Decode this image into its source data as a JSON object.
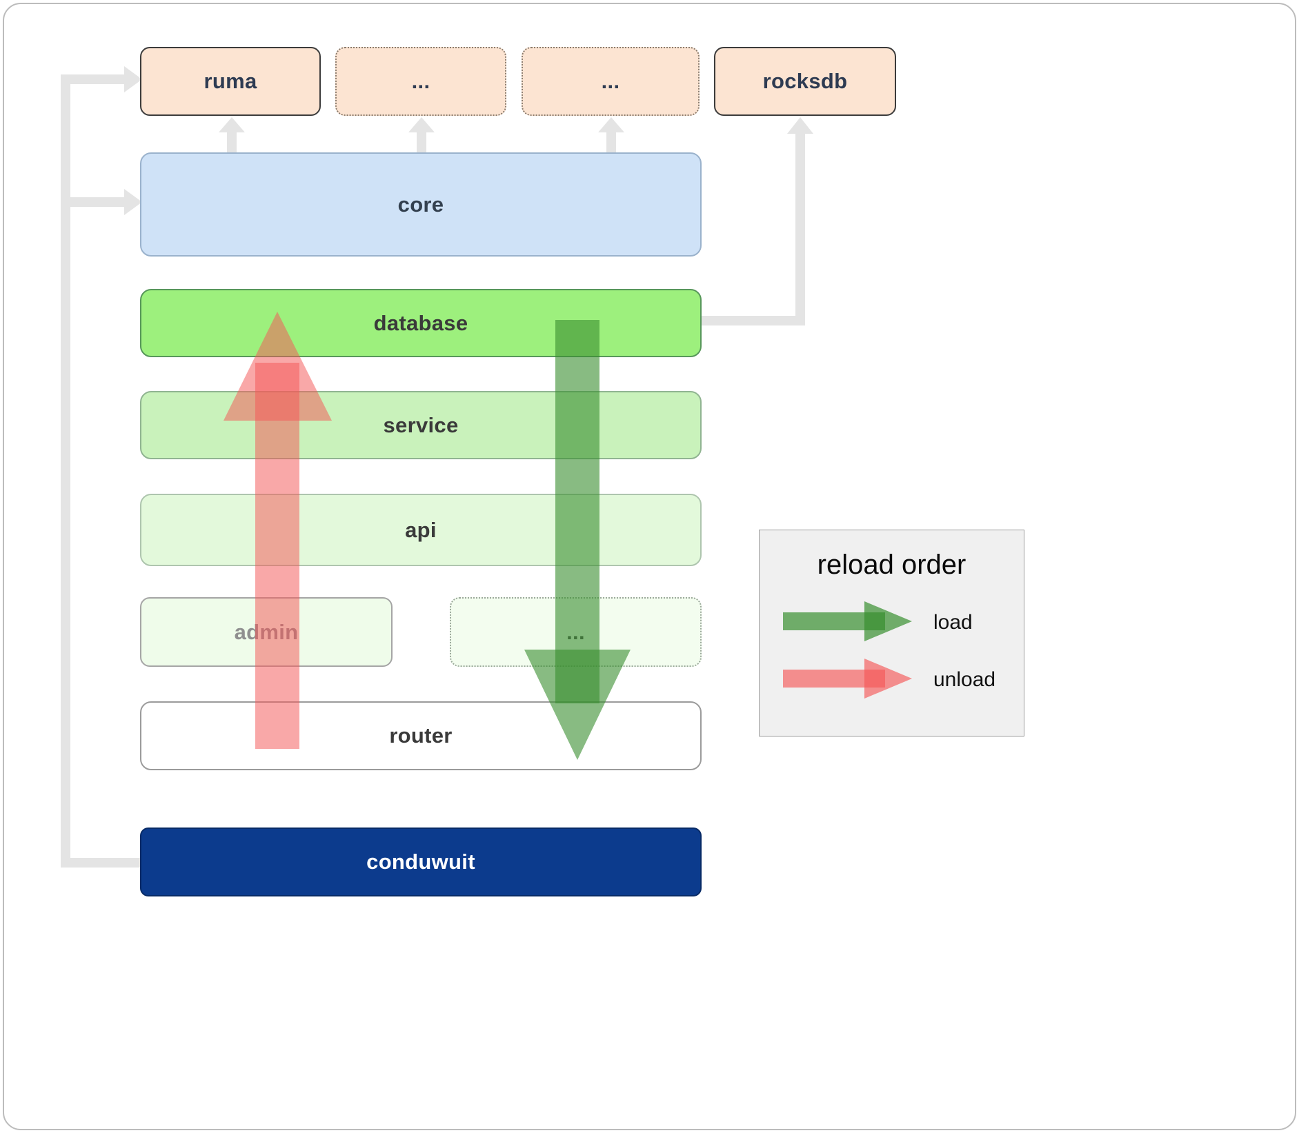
{
  "boxes": {
    "ruma": {
      "label": "ruma"
    },
    "ellipsis1": {
      "label": "..."
    },
    "ellipsis2": {
      "label": "..."
    },
    "rocksdb": {
      "label": "rocksdb"
    },
    "core": {
      "label": "core"
    },
    "database": {
      "label": "database"
    },
    "service": {
      "label": "service"
    },
    "api": {
      "label": "api"
    },
    "admin": {
      "label": "admin"
    },
    "ellipsis3": {
      "label": "..."
    },
    "router": {
      "label": "router"
    },
    "conduwuit": {
      "label": "conduwuit"
    }
  },
  "legend": {
    "title": "reload order",
    "load_label": "load",
    "unload_label": "unload"
  },
  "colors": {
    "connector": "#e4e4e4",
    "load_arrow": "rgba(56,142,47,0.60)",
    "unload_arrow": "rgba(244,88,88,0.52)",
    "legend_load_arrow": "rgba(56,142,47,0.70)",
    "legend_unload_arrow": "rgba(244,88,88,0.65)",
    "peach_fill": "#fce4d2",
    "core_fill": "#cfe2f7",
    "database_fill": "#9df07d",
    "service_fill": "#c9f2bb",
    "api_fill": "#e3f9db",
    "admin_fill": "#effcea",
    "conduwuit_fill": "#0c3b8d"
  }
}
